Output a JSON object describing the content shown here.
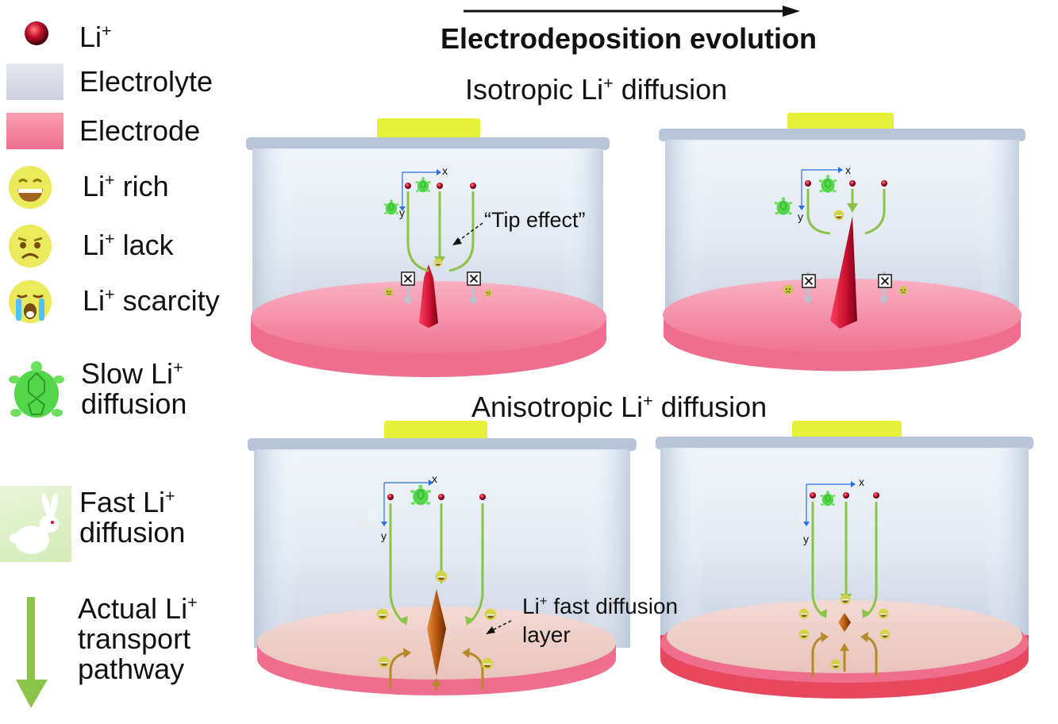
{
  "header": {
    "title": "Electrodeposition evolution",
    "iso_subtitle_a": "Isotropic  Li",
    "iso_subtitle_sup": "+",
    "iso_subtitle_b": " diffusion",
    "aniso_subtitle_a": "Anisotropic Li",
    "aniso_subtitle_sup": "+",
    "aniso_subtitle_b": " diffusion"
  },
  "legend": {
    "li_ion": {
      "text": "Li",
      "sup": "+"
    },
    "electrolyte": {
      "text": "Electrolyte"
    },
    "electrode": {
      "text": "Electrode"
    },
    "li_rich": {
      "text": "Li",
      "sup": "+",
      "tail": " rich"
    },
    "li_lack": {
      "text": "Li",
      "sup": "+",
      "tail": " lack"
    },
    "li_scarcity": {
      "text": "Li",
      "sup": "+",
      "tail": " scarcity"
    },
    "slow": {
      "line1": "Slow Li",
      "sup": "+",
      "line2": "diffusion"
    },
    "fast": {
      "line1": "Fast Li",
      "sup": "+",
      "line2": "diffusion"
    },
    "actual": {
      "line1": "Actual Li",
      "sup": "+",
      "line2": "transport",
      "line3": "pathway"
    }
  },
  "annotations": {
    "tip_effect": "“Tip effect”",
    "fast_layer_a": "Li",
    "fast_layer_sup": "+",
    "fast_layer_b": " fast diffusion",
    "fast_layer_c": "layer"
  },
  "axes": {
    "x": "x",
    "y": "y"
  },
  "colors": {
    "li_ion": "#c8102e",
    "electrolyte": "#dcdde8",
    "electrode": "#f06c8c",
    "pathway": "#8bc34a",
    "emoji": "#e8e85a",
    "lid": "#b8c4d8",
    "cap": "#e6f23a"
  }
}
